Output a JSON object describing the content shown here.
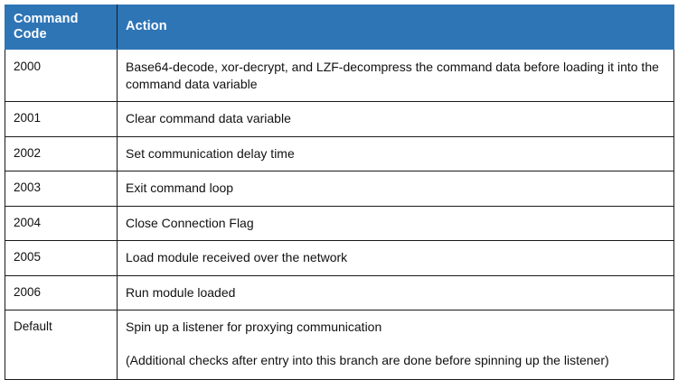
{
  "table": {
    "columns": [
      {
        "key": "command_code",
        "label": "Command Code"
      },
      {
        "key": "action",
        "label": "Action"
      }
    ],
    "header_bg_color": "#2E75B6",
    "header_text_color": "#FFFFFF",
    "border_color": "#1A1A1A",
    "rows": [
      {
        "command_code": "2000",
        "action_lines": [
          "Base64-decode, xor-decrypt, and LZF-decompress the command data before loading it into the command data variable"
        ]
      },
      {
        "command_code": "2001",
        "action_lines": [
          "Clear command data variable"
        ]
      },
      {
        "command_code": "2002",
        "action_lines": [
          "Set communication delay time"
        ]
      },
      {
        "command_code": "2003",
        "action_lines": [
          "Exit command loop"
        ]
      },
      {
        "command_code": "2004",
        "action_lines": [
          "Close Connection Flag"
        ]
      },
      {
        "command_code": "2005",
        "action_lines": [
          "Load module received over the network"
        ]
      },
      {
        "command_code": "2006",
        "action_lines": [
          "Run module loaded"
        ]
      },
      {
        "command_code": "Default",
        "action_lines": [
          "Spin up a listener for proxying communication",
          "(Additional checks after entry into this branch are done before spinning up the listener)"
        ]
      }
    ]
  }
}
